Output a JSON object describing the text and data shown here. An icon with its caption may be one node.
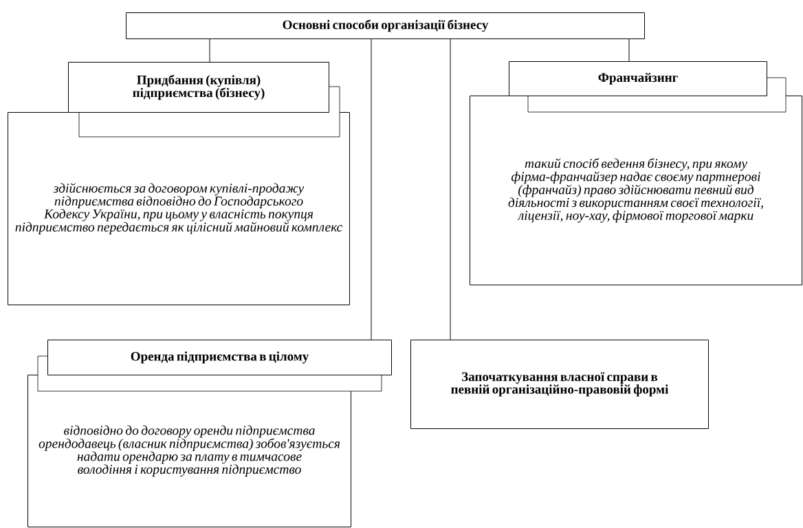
{
  "diagram": {
    "nodes": [
      {
        "text": [
          "Основні способи організації бізнесу"
        ]
      },
      {
        "text": [
          "Придбання (купівля) підприємства (бізнесу)"
        ]
      },
      {
        "text": [
          "здійснюється за договором  купівлі-продажу підприємства відповідно до Господарського Кодексу України, при цьому у власність покупця підприємство передається як цілісний майновий комплекс"
        ]
      },
      {
        "text": [
          "Франчайзинг"
        ]
      },
      {
        "text": [
          "такий спосіб ведення бізнесу, при якому фірма-франчайзер надає своєму партнерові (франчайз) право здійснювати певний вид діяльності з використанням своєї технології, ліцензії, ноу-хау, фірмової торгової марки"
        ]
      },
      {
        "text": [
          "Оренда підприємства в цілому"
        ]
      },
      {
        "text": [
          "відповідно до договору оренди підприємства орендодавець (власник підприємства) зобов'язується надати орендарю за плату в тимчасове володіння і користування підприємство"
        ]
      },
      {
        "text": [
          "Започаткування власної справи в певній організаційно-правовій формі"
        ]
      }
    ],
    "edges": [
      {
        "from": 0,
        "to": 1,
        "arrow": "none"
      },
      {
        "from": 0,
        "to": 5,
        "arrow": "none"
      },
      {
        "from": 0,
        "to": 7,
        "arrow": "none"
      },
      {
        "from": 0,
        "to": 3,
        "arrow": "none"
      }
    ]
  }
}
